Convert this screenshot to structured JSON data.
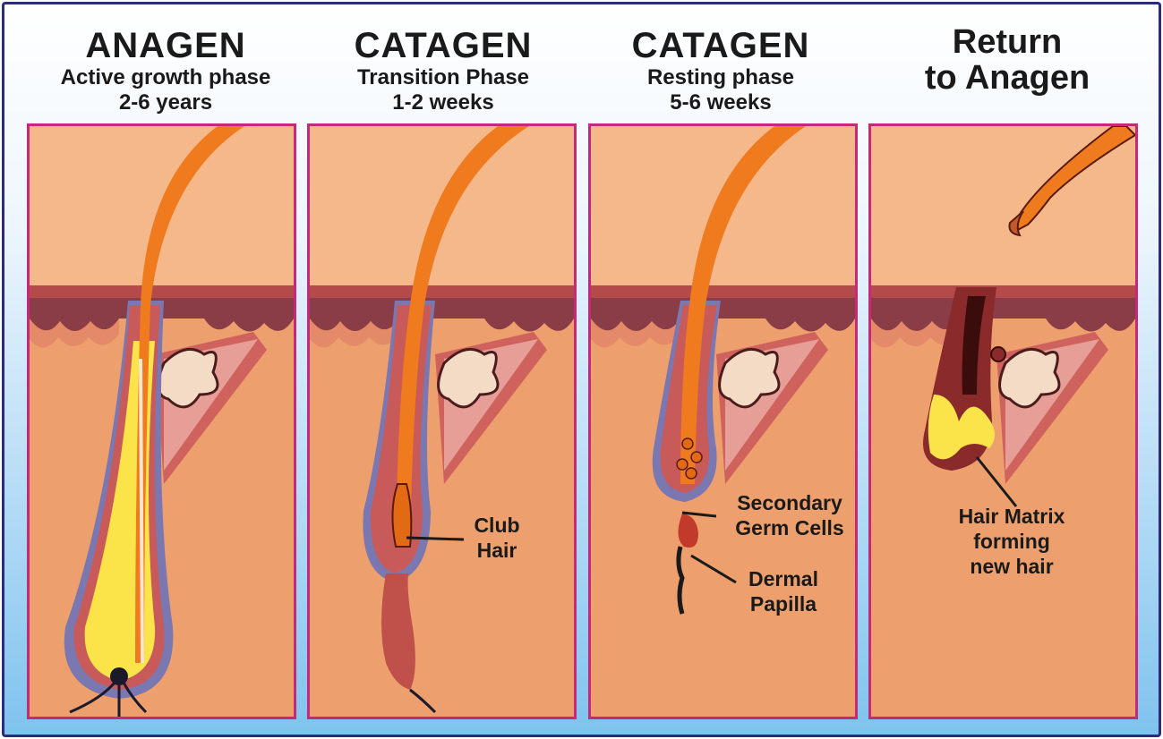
{
  "stages": [
    {
      "title": "ANAGEN",
      "subtitle": "Active growth phase",
      "duration": "2-6 years"
    },
    {
      "title": "CATAGEN",
      "subtitle": "Transition Phase",
      "duration": "1-2 weeks"
    },
    {
      "title": "CATAGEN",
      "subtitle": "Resting phase",
      "duration": "5-6 weeks"
    },
    {
      "title_line1": "Return",
      "title_line2": "to Anagen"
    }
  ],
  "labels": {
    "club_hair_1": "Club",
    "club_hair_2": "Hair",
    "germ_1": "Secondary",
    "germ_2": "Germ Cells",
    "papilla_1": "Dermal",
    "papilla_2": "Papilla",
    "matrix_1": "Hair Matrix",
    "matrix_2": "forming",
    "matrix_3": "new hair"
  },
  "colors": {
    "frame_border": "#2c2c7c",
    "panel_border": "#c42a7a",
    "skin": "#eda06e",
    "hair": "#f07a1e",
    "bulb_yellow": "#fbe34a"
  }
}
